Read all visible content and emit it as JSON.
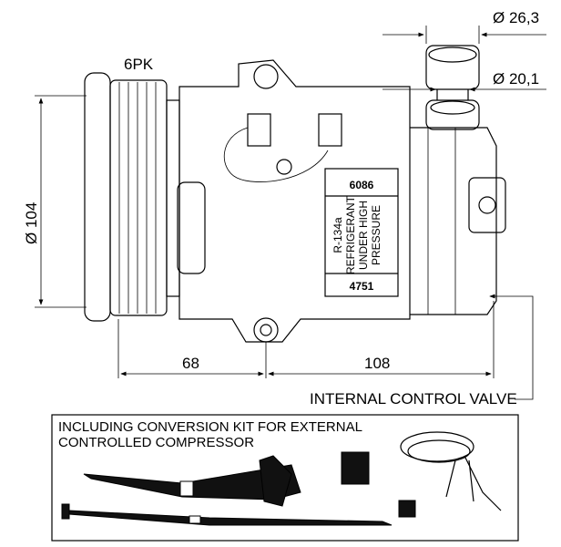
{
  "dimensions": {
    "outlet_diameter": "Ø 26,3",
    "inlet_diameter": "Ø 20,1",
    "belt_type": "6PK",
    "pulley_diameter": "Ø 104",
    "pulley_offset": "68",
    "body_length": "108",
    "valve_callout": "INTERNAL CONTROL VALVE"
  },
  "label": {
    "top_number": "6086",
    "line1": "R-134a",
    "line2": "REFRIGERANT",
    "line3": "UNDER HIGH",
    "line4": "PRESSURE",
    "bottom_number": "4751"
  },
  "kit": {
    "line1": "INCLUDING CONVERSION KIT FOR EXTERNAL",
    "line2": "CONTROLLED COMPRESSOR"
  }
}
